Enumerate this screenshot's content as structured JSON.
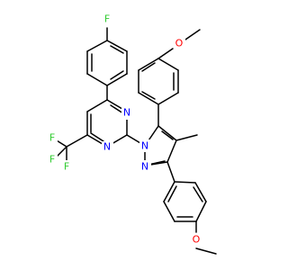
{
  "atoms": {
    "F_top": "F",
    "O_top": "O",
    "N_pyr1": "N",
    "N_pyr2": "N",
    "N_pz1": "N",
    "N_pz2": "N",
    "CF3_F1": "F",
    "CF3_F2": "F",
    "CF3_F3": "F",
    "O_bottom": "O"
  },
  "colors": {
    "F": "#33cc33",
    "O": "#ff0000",
    "N": "#0000ff",
    "C": "#000000"
  }
}
